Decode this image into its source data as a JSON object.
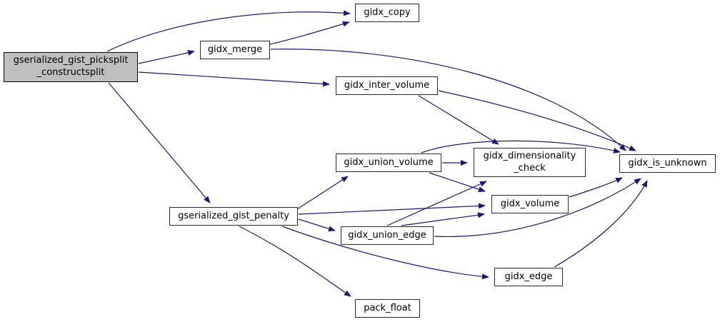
{
  "diagram": {
    "type": "call-graph",
    "edge_color": "#191970",
    "node_border_color": "#2a2a2a",
    "node_fill": "#ffffff",
    "highlight_fill": "#bfbfbf",
    "nodes": [
      {
        "id": "gserialized_gist_picksplit_constructsplit",
        "lines": [
          "gserialized_gist_picksplit",
          "_constructsplit"
        ],
        "highlighted": true
      },
      {
        "id": "gidx_copy",
        "lines": [
          "gidx_copy"
        ]
      },
      {
        "id": "gidx_merge",
        "lines": [
          "gidx_merge"
        ]
      },
      {
        "id": "gidx_inter_volume",
        "lines": [
          "gidx_inter_volume"
        ]
      },
      {
        "id": "gidx_is_unknown",
        "lines": [
          "gidx_is_unknown"
        ]
      },
      {
        "id": "gidx_dimensionality_check",
        "lines": [
          "gidx_dimensionality",
          "_check"
        ]
      },
      {
        "id": "gidx_union_volume",
        "lines": [
          "gidx_union_volume"
        ]
      },
      {
        "id": "gserialized_gist_penalty",
        "lines": [
          "gserialized_gist_penalty"
        ]
      },
      {
        "id": "gidx_volume",
        "lines": [
          "gidx_volume"
        ]
      },
      {
        "id": "gidx_union_edge",
        "lines": [
          "gidx_union_edge"
        ]
      },
      {
        "id": "gidx_edge",
        "lines": [
          "gidx_edge"
        ]
      },
      {
        "id": "pack_float",
        "lines": [
          "pack_float"
        ]
      }
    ],
    "edges": [
      {
        "from": "gserialized_gist_picksplit_constructsplit",
        "to": "gidx_copy"
      },
      {
        "from": "gserialized_gist_picksplit_constructsplit",
        "to": "gidx_merge"
      },
      {
        "from": "gserialized_gist_picksplit_constructsplit",
        "to": "gidx_inter_volume"
      },
      {
        "from": "gserialized_gist_picksplit_constructsplit",
        "to": "gserialized_gist_penalty"
      },
      {
        "from": "gidx_merge",
        "to": "gidx_copy"
      },
      {
        "from": "gidx_merge",
        "to": "gidx_is_unknown"
      },
      {
        "from": "gidx_inter_volume",
        "to": "gidx_dimensionality_check"
      },
      {
        "from": "gidx_inter_volume",
        "to": "gidx_is_unknown"
      },
      {
        "from": "gserialized_gist_penalty",
        "to": "gidx_union_volume"
      },
      {
        "from": "gserialized_gist_penalty",
        "to": "gidx_volume"
      },
      {
        "from": "gserialized_gist_penalty",
        "to": "gidx_union_edge"
      },
      {
        "from": "gserialized_gist_penalty",
        "to": "gidx_edge"
      },
      {
        "from": "gserialized_gist_penalty",
        "to": "pack_float"
      },
      {
        "from": "gidx_union_volume",
        "to": "gidx_dimensionality_check"
      },
      {
        "from": "gidx_union_volume",
        "to": "gidx_is_unknown"
      },
      {
        "from": "gidx_union_volume",
        "to": "gidx_volume"
      },
      {
        "from": "gidx_union_edge",
        "to": "gidx_dimensionality_check"
      },
      {
        "from": "gidx_union_edge",
        "to": "gidx_volume"
      },
      {
        "from": "gidx_union_edge",
        "to": "gidx_is_unknown"
      },
      {
        "from": "gidx_volume",
        "to": "gidx_is_unknown"
      },
      {
        "from": "gidx_edge",
        "to": "gidx_is_unknown"
      }
    ]
  }
}
